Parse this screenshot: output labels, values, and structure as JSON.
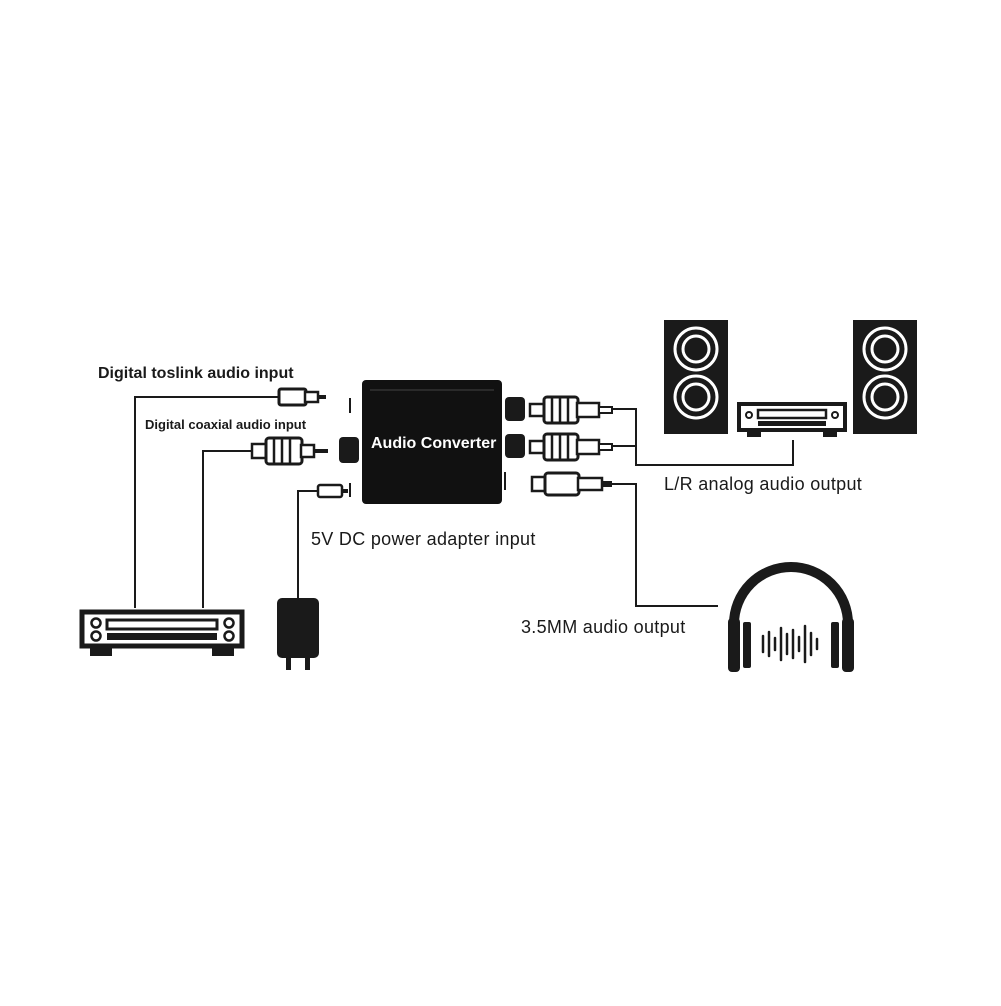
{
  "diagram": {
    "device_label": "Audio Converter",
    "labels": {
      "toslink_input": "Digital  toslink audio input",
      "coaxial_input": "Digital  coaxial audio input",
      "power_input": "5V DC power adapter input",
      "lr_output": "L/R analog audio output",
      "mm_output": "3.5MM audio output"
    },
    "icons": [
      "dvd-player-icon",
      "power-adapter-icon",
      "speaker-icon",
      "amplifier-icon",
      "headphones-icon",
      "rca-plug-icon",
      "toslink-plug-icon",
      "mm-jack-plug-icon"
    ],
    "colors": {
      "ink": "#1a1a1a",
      "background": "#ffffff"
    }
  }
}
